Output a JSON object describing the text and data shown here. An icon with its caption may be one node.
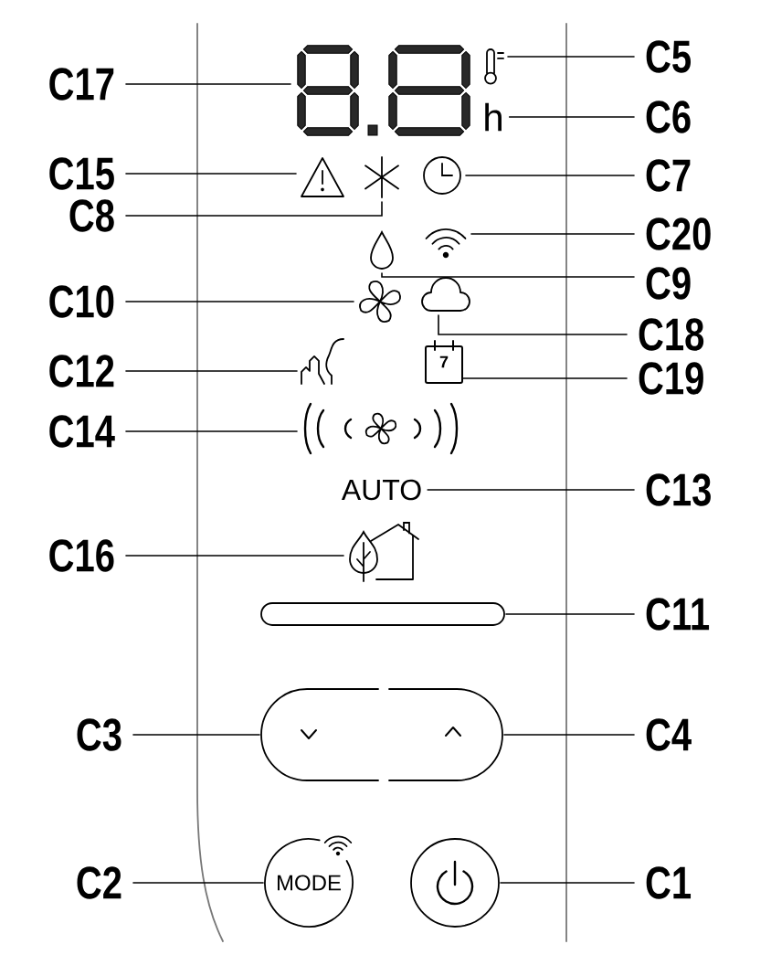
{
  "diagram": {
    "nodes": [
      {
        "text": [
          "C17"
        ]
      },
      {
        "text": [],
        "shape": "picture"
      },
      {
        "text": [],
        "shape": "picture"
      },
      {
        "text": [
          "C5"
        ]
      },
      {
        "text": [
          "h"
        ]
      },
      {
        "text": [
          "C6"
        ]
      },
      {
        "text": [
          "C15"
        ]
      },
      {
        "text": [],
        "shape": "picture"
      },
      {
        "text": [],
        "shape": "picture"
      },
      {
        "text": [],
        "shape": "picture"
      },
      {
        "text": [
          "C7"
        ]
      },
      {
        "text": [
          "C8"
        ]
      },
      {
        "text": [],
        "shape": "picture"
      },
      {
        "text": [],
        "shape": "picture"
      },
      {
        "text": [
          "C20"
        ]
      },
      {
        "text": [
          "C9"
        ]
      },
      {
        "text": [
          "C10"
        ]
      },
      {
        "text": [],
        "shape": "picture"
      },
      {
        "text": [],
        "shape": "picture"
      },
      {
        "text": [
          "C18"
        ]
      },
      {
        "text": [
          "C12"
        ]
      },
      {
        "text": [],
        "shape": "picture"
      },
      {
        "text": [
          "7"
        ]
      },
      {
        "text": [
          "C19"
        ]
      },
      {
        "text": [
          "C14"
        ]
      },
      {
        "text": [],
        "shape": "picture"
      },
      {
        "text": [
          "AUTO"
        ]
      },
      {
        "text": [
          "C13"
        ]
      },
      {
        "text": [
          "C16"
        ]
      },
      {
        "text": [],
        "shape": "picture"
      },
      {
        "text": [],
        "shape": "bar"
      },
      {
        "text": [
          "C11"
        ]
      },
      {
        "text": [
          "C3"
        ]
      },
      {
        "text": [],
        "shape": "box"
      },
      {
        "text": [],
        "shape": "box"
      },
      {
        "text": [
          "C4"
        ]
      },
      {
        "text": [
          "C2"
        ]
      },
      {
        "text": [
          "MODE"
        ]
      },
      {
        "text": [],
        "shape": "circle"
      },
      {
        "text": [
          "C1"
        ]
      }
    ],
    "edges": [
      {
        "from": 0,
        "to": 1,
        "arrow": "none"
      },
      {
        "from": 3,
        "to": 2,
        "arrow": "none"
      },
      {
        "from": 5,
        "to": 4,
        "arrow": "none"
      },
      {
        "from": 6,
        "to": 7,
        "arrow": "none"
      },
      {
        "from": 10,
        "to": 9,
        "arrow": "none"
      },
      {
        "from": 11,
        "to": 8,
        "arrow": "none"
      },
      {
        "from": 14,
        "to": 13,
        "arrow": "none"
      },
      {
        "from": 15,
        "to": 12,
        "arrow": "none"
      },
      {
        "from": 16,
        "to": 17,
        "arrow": "none"
      },
      {
        "from": 19,
        "to": 18,
        "arrow": "none"
      },
      {
        "from": 20,
        "to": 21,
        "arrow": "none"
      },
      {
        "from": 23,
        "to": 22,
        "arrow": "none"
      },
      {
        "from": 24,
        "to": 25,
        "arrow": "none"
      },
      {
        "from": 27,
        "to": 26,
        "arrow": "none"
      },
      {
        "from": 28,
        "to": 29,
        "arrow": "none"
      },
      {
        "from": 31,
        "to": 30,
        "arrow": "none"
      },
      {
        "from": 32,
        "to": 33,
        "arrow": "none"
      },
      {
        "from": 35,
        "to": 34,
        "arrow": "none"
      },
      {
        "from": 36,
        "to": 37,
        "arrow": "none"
      },
      {
        "from": 39,
        "to": 38,
        "arrow": "none"
      }
    ]
  }
}
